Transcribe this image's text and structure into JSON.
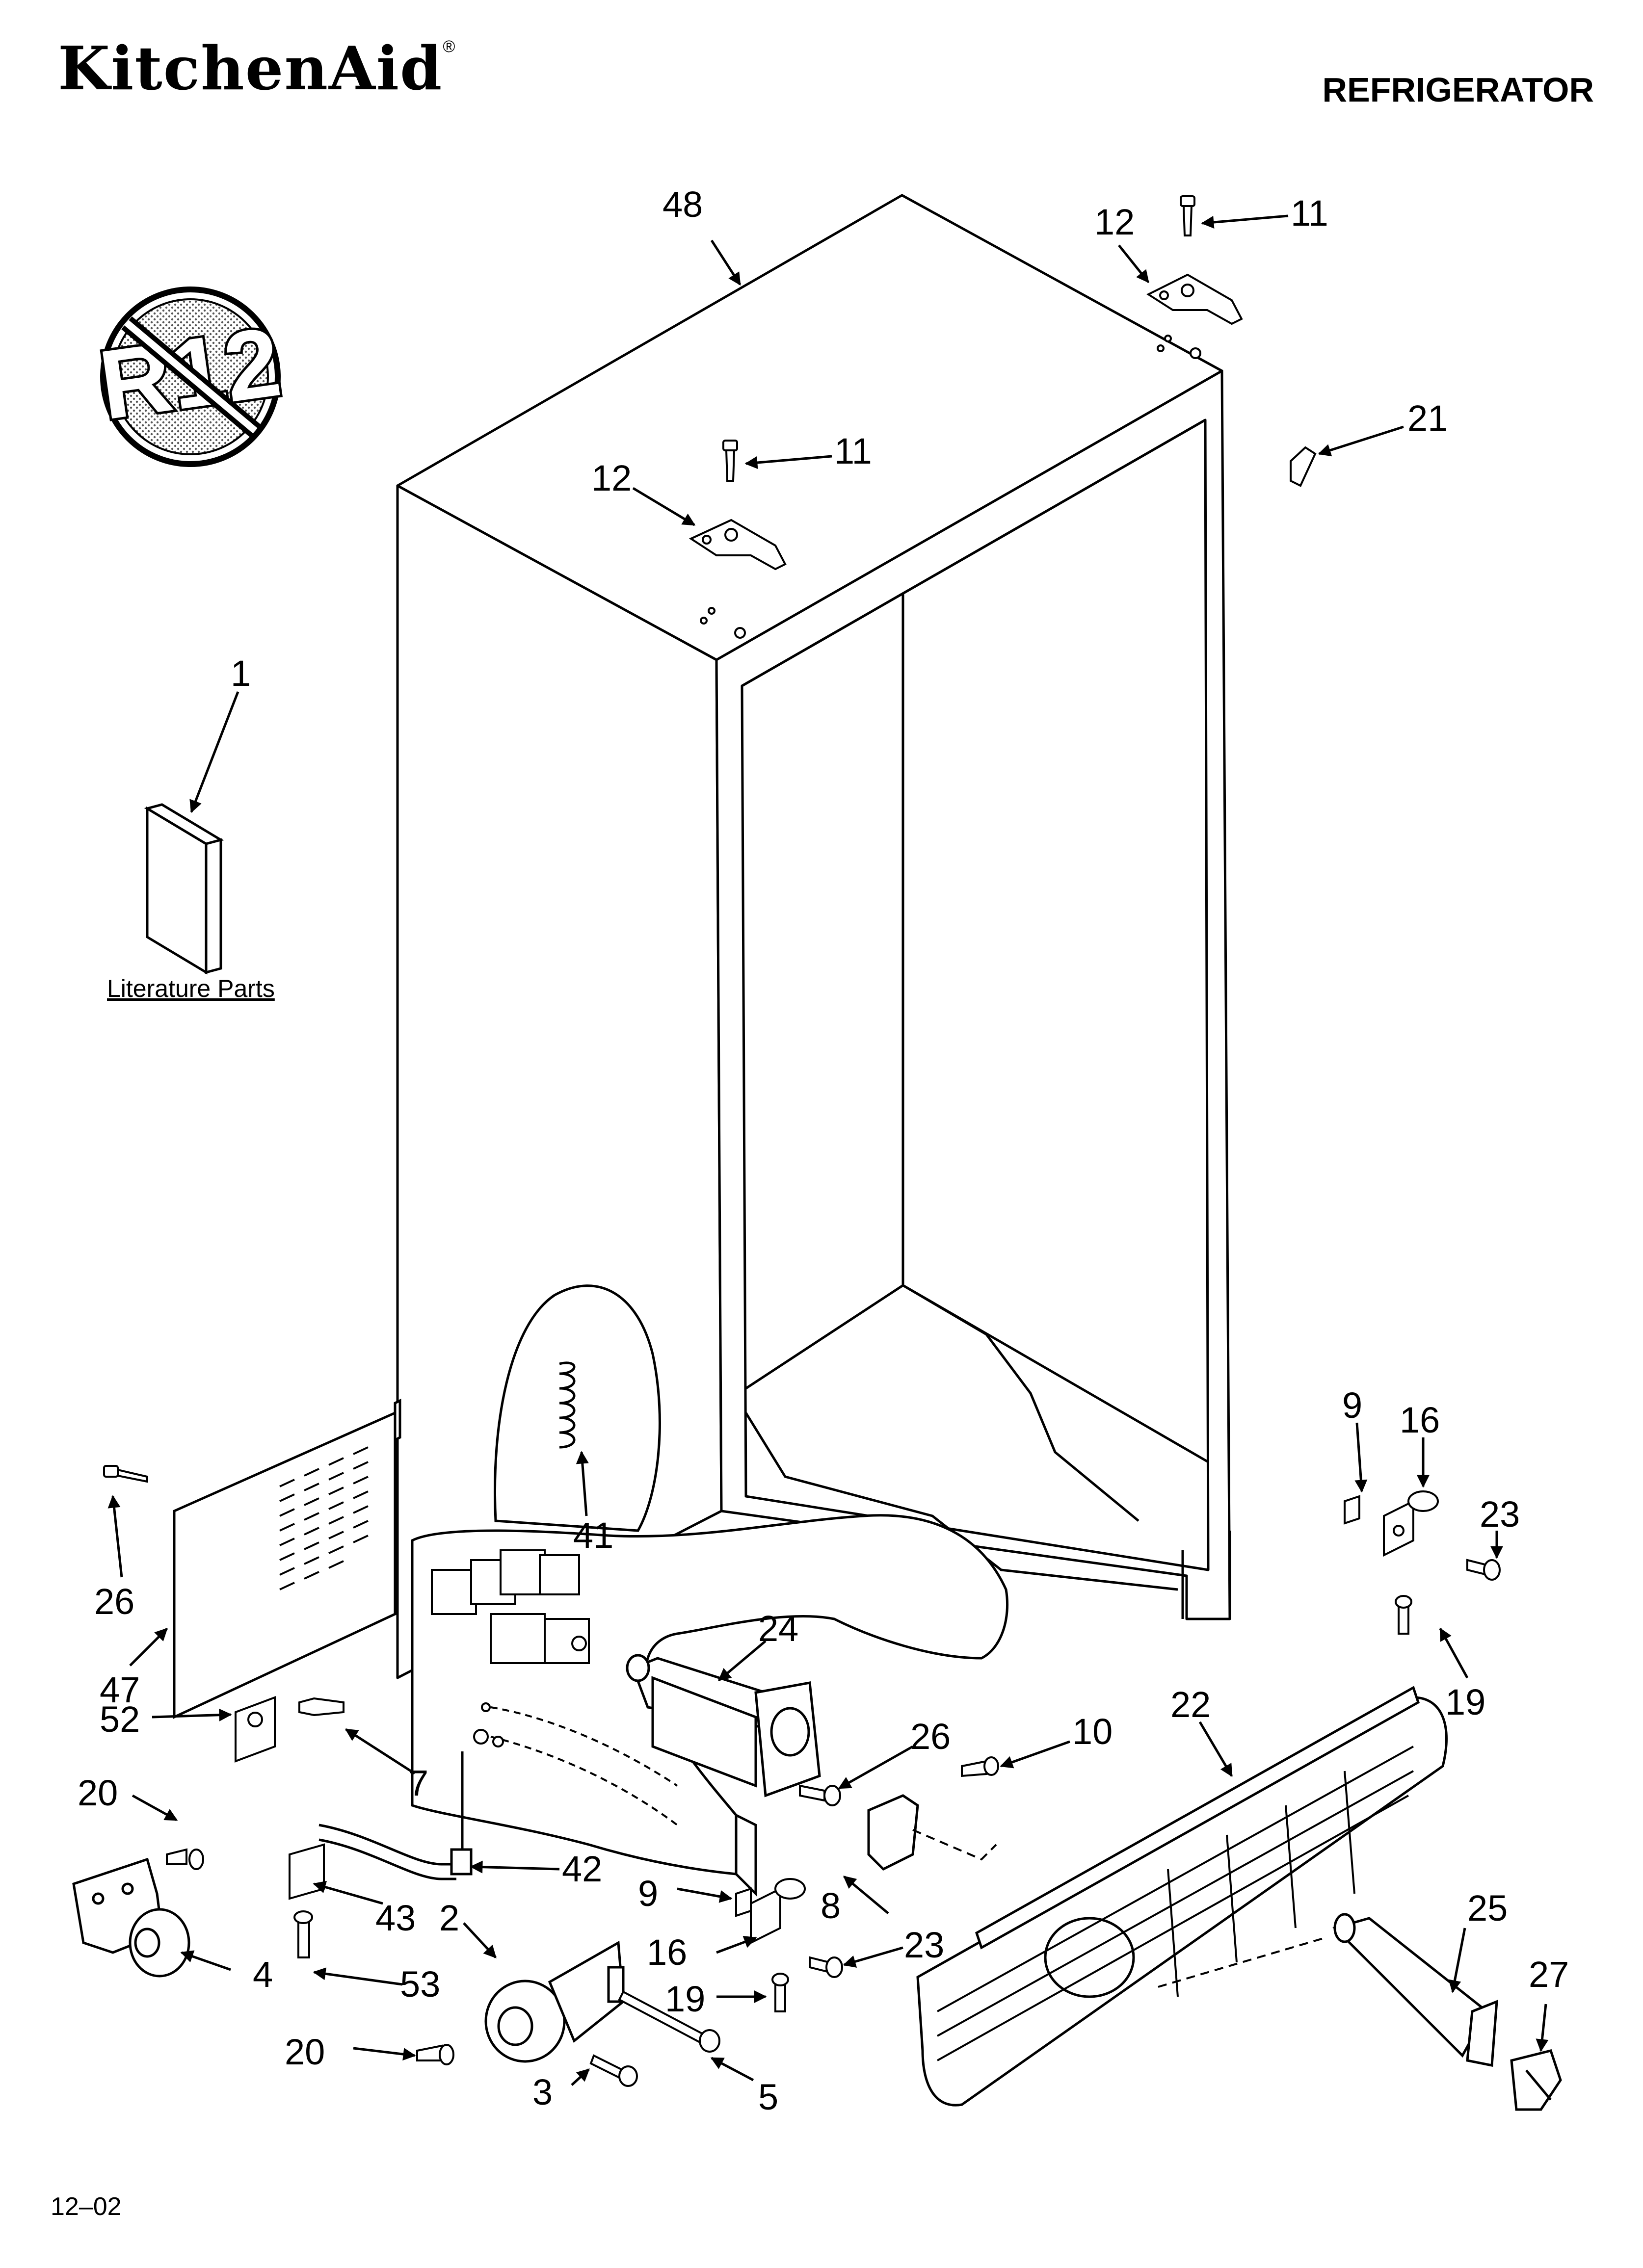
{
  "header": {
    "brand": "KitchenAid",
    "brand_mark": "®",
    "title": "REFRIGERATOR"
  },
  "badge": {
    "text": "R12"
  },
  "literature": {
    "label": "Literature Parts"
  },
  "footer": {
    "code": "12–02"
  },
  "callouts": [
    {
      "key": "c48",
      "label": "48"
    },
    {
      "key": "c12a",
      "label": "12"
    },
    {
      "key": "c11a",
      "label": "11"
    },
    {
      "key": "c21",
      "label": "21"
    },
    {
      "key": "c12b",
      "label": "12"
    },
    {
      "key": "c11b",
      "label": "11"
    },
    {
      "key": "c1",
      "label": "1"
    },
    {
      "key": "c41",
      "label": "41"
    },
    {
      "key": "c9a",
      "label": "9"
    },
    {
      "key": "c16a",
      "label": "16"
    },
    {
      "key": "c23a",
      "label": "23"
    },
    {
      "key": "c19a",
      "label": "19"
    },
    {
      "key": "c26a",
      "label": "26"
    },
    {
      "key": "c47",
      "label": "47"
    },
    {
      "key": "c52",
      "label": "52"
    },
    {
      "key": "c7",
      "label": "7"
    },
    {
      "key": "c24",
      "label": "24"
    },
    {
      "key": "c26b",
      "label": "26"
    },
    {
      "key": "c10",
      "label": "10"
    },
    {
      "key": "c22",
      "label": "22"
    },
    {
      "key": "c20a",
      "label": "20"
    },
    {
      "key": "c42",
      "label": "42"
    },
    {
      "key": "c43",
      "label": "43"
    },
    {
      "key": "c2",
      "label": "2"
    },
    {
      "key": "c4",
      "label": "4"
    },
    {
      "key": "c53",
      "label": "53"
    },
    {
      "key": "c9b",
      "label": "9"
    },
    {
      "key": "c8",
      "label": "8"
    },
    {
      "key": "c16b",
      "label": "16"
    },
    {
      "key": "c23b",
      "label": "23"
    },
    {
      "key": "c19b",
      "label": "19"
    },
    {
      "key": "c25",
      "label": "25"
    },
    {
      "key": "c27",
      "label": "27"
    },
    {
      "key": "c20b",
      "label": "20"
    },
    {
      "key": "c3",
      "label": "3"
    },
    {
      "key": "c5",
      "label": "5"
    }
  ]
}
